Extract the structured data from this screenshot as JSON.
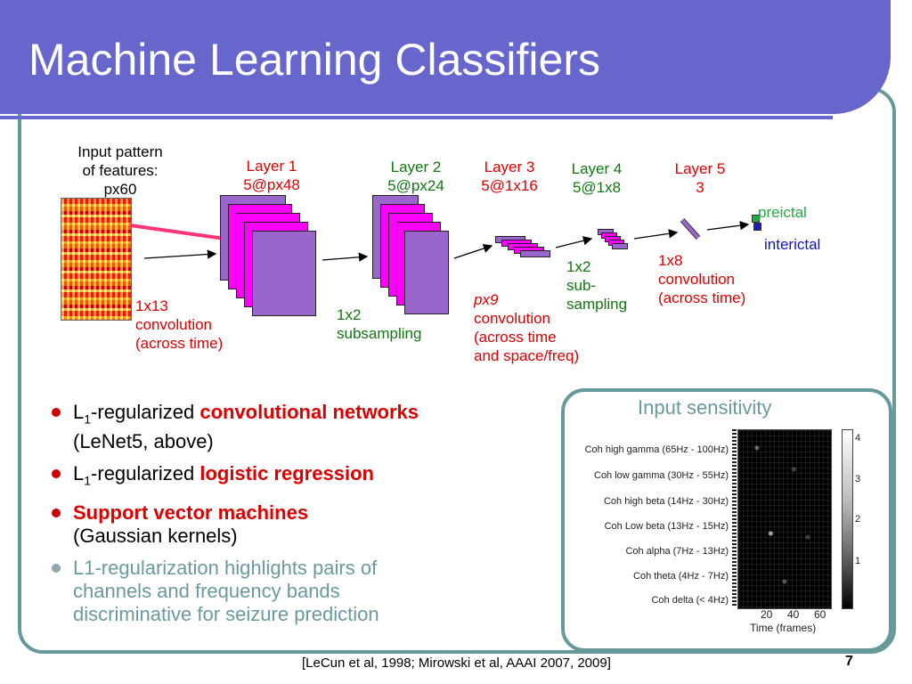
{
  "slide": {
    "title": "Machine Learning Classifiers",
    "footer": "[LeCun et al, 1998; Mirowski et al, AAAI 2007, 2009]",
    "page_number": "7"
  },
  "diagram": {
    "input_label": [
      "Input pattern",
      "of features:",
      "px60"
    ],
    "layer1": {
      "name": "Layer 1",
      "dims": "5@px48",
      "op": [
        "1x13",
        "convolution",
        "(across time)"
      ]
    },
    "layer2": {
      "name": "Layer 2",
      "dims": "5@px24",
      "op": [
        "1x2",
        "subsampling"
      ]
    },
    "layer3": {
      "name": "Layer 3",
      "dims": "5@1x16",
      "op": [
        "px9",
        "convolution",
        "(across time",
        "and space/freq)"
      ]
    },
    "layer4": {
      "name": "Layer 4",
      "dims": "5@1x8",
      "op": [
        "1x2",
        "sub-",
        "sampling"
      ]
    },
    "layer5": {
      "name": "Layer 5",
      "dims": "3",
      "op": [
        "1x8",
        "convolution",
        "(across time)"
      ]
    },
    "outputs": {
      "preictal": "preictal",
      "interictal": "interictal"
    },
    "colors": {
      "red_label": "#dd0000",
      "green_label": "#117711",
      "feature_map_front": "#9966cc",
      "feature_map_back": "#ff00ff",
      "preictal_marker": "#22aa44",
      "interictal_marker": "#1a1acc"
    }
  },
  "bullets": [
    {
      "pre": "L",
      "sub": "1",
      "post": "-regularized ",
      "highlight": "convolutional networks",
      "line2": "(LeNet5, above)"
    },
    {
      "pre": "L",
      "sub": "1",
      "post": "-regularized ",
      "highlight": "logistic regression",
      "line2": ""
    },
    {
      "highlight": "Support vector machines",
      "line2": "(Gaussian kernels)"
    },
    {
      "text": [
        "L1-regularization highlights pairs of",
        "channels and frequency bands",
        "discriminative for seizure prediction"
      ]
    }
  ],
  "inset": {
    "title": "Input sensitivity",
    "row_labels": [
      "Coh high gamma (65Hz - 100Hz)",
      "Coh low gamma (30Hz - 55Hz)",
      "Coh high beta (14Hz - 30Hz)",
      "Coh Low beta (13Hz - 15Hz)",
      "Coh alpha (7Hz - 13Hz)",
      "Coh theta (4Hz - 7Hz)",
      "Coh delta (< 4Hz)"
    ],
    "x_ticks": [
      "20",
      "40",
      "60"
    ],
    "x_label": "Time (frames)",
    "colorbar_ticks": [
      "4",
      "3",
      "2",
      "1"
    ]
  }
}
